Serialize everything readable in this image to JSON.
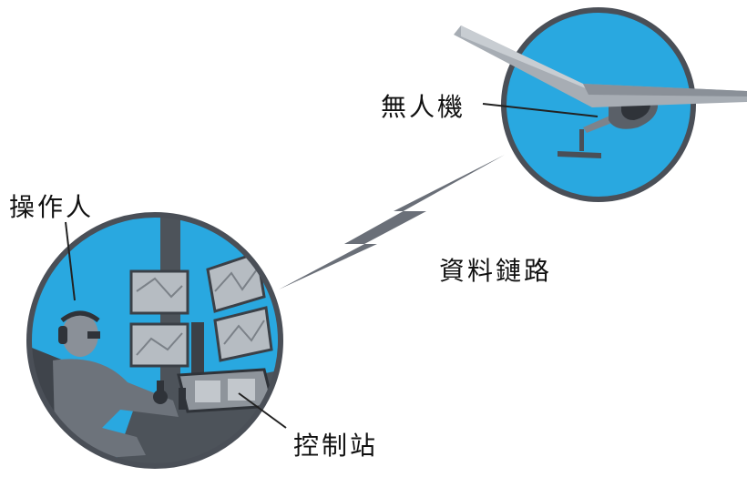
{
  "labels": {
    "uav": "無人機",
    "operator": "操作人",
    "data_link": "資料鏈路",
    "control_station": "控制站"
  },
  "colors": {
    "sky_blue": "#29a8e0",
    "ring_gray": "#4a4f57",
    "bolt_gray": "#6a6f78",
    "drone_gray": "#9aa0a8",
    "operator_gray": "#6d737b",
    "screen_gray": "#b6bcc2"
  },
  "icons": {
    "drone": "uav-drone-icon",
    "lightning": "data-link-lightning-icon",
    "operator": "operator-headset-icon"
  }
}
